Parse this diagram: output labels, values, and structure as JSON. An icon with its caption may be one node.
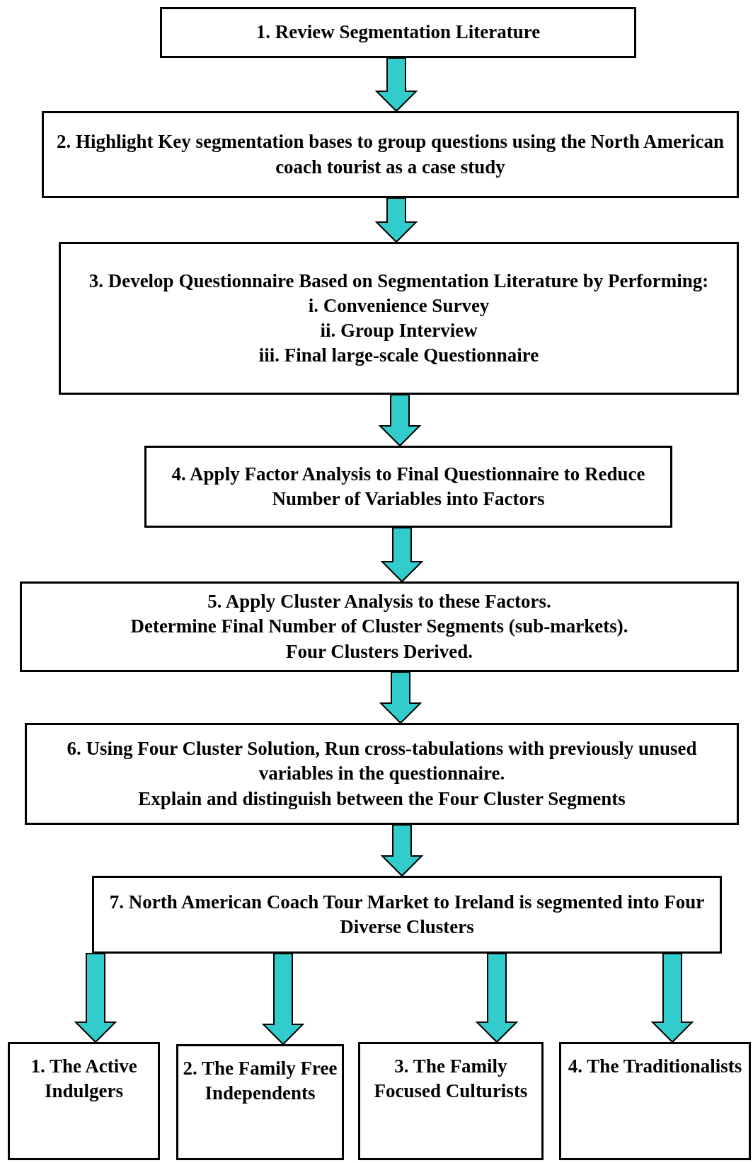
{
  "diagram": {
    "nodes": [
      {
        "text": [
          "1. Review Segmentation Literature"
        ]
      },
      {
        "text": [
          "2. Highlight Key segmentation bases to group questions using the North American coach tourist as a case study"
        ]
      },
      {
        "text": [
          "3. Develop Questionnaire Based on Segmentation Literature by Performing:",
          "i. Convenience Survey",
          "ii. Group Interview",
          "iii. Final large-scale Questionnaire"
        ]
      },
      {
        "text": [
          "4. Apply Factor Analysis to Final Questionnaire to Reduce Number of Variables into Factors"
        ]
      },
      {
        "text": [
          "5. Apply Cluster Analysis to these Factors.",
          "Determine Final Number of Cluster Segments (sub-markets).",
          "Four Clusters Derived."
        ]
      },
      {
        "text": [
          "6. Using Four Cluster Solution, Run cross-tabulations with previously unused variables in the questionnaire.",
          "Explain and distinguish between the Four Cluster Segments"
        ]
      },
      {
        "text": [
          "7. North American Coach Tour Market to Ireland is segmented into Four Diverse Clusters"
        ]
      },
      {
        "text": [
          "1. The Active Indulgers"
        ]
      },
      {
        "text": [
          "2. The Family Free Independents"
        ]
      },
      {
        "text": [
          "3. The Family Focused Culturists"
        ]
      },
      {
        "text": [
          "4. The Traditionalists"
        ]
      }
    ],
    "edges": [
      {
        "from": 0,
        "to": 1,
        "arrow": "to"
      },
      {
        "from": 1,
        "to": 2,
        "arrow": "to"
      },
      {
        "from": 2,
        "to": 3,
        "arrow": "to"
      },
      {
        "from": 3,
        "to": 4,
        "arrow": "to"
      },
      {
        "from": 4,
        "to": 5,
        "arrow": "to"
      },
      {
        "from": 5,
        "to": 6,
        "arrow": "to"
      },
      {
        "from": 6,
        "to": 7,
        "arrow": "to"
      },
      {
        "from": 6,
        "to": 8,
        "arrow": "to"
      },
      {
        "from": 6,
        "to": 9,
        "arrow": "to"
      },
      {
        "from": 6,
        "to": 10,
        "arrow": "to"
      }
    ]
  }
}
